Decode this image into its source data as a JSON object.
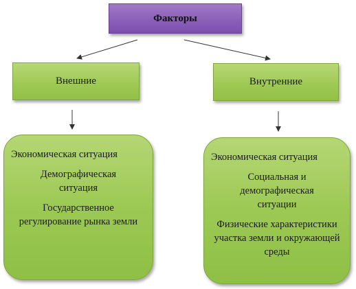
{
  "root": {
    "label": "Факторы"
  },
  "branches": [
    {
      "label": "Внешние",
      "items": [
        "Экономическая ситуация",
        "Демографическая ситуация",
        "Государственное регулирование рынка земли"
      ]
    },
    {
      "label": "Внутренние",
      "items": [
        "Экономическая ситуация",
        "Социальная и демографическая ситуации",
        "Физические характеристики участка земли и окружающей среды"
      ]
    }
  ],
  "colors": {
    "root_fill": "#8a5fb8",
    "box_fill": "#9fca55",
    "arrow": "#333333"
  }
}
